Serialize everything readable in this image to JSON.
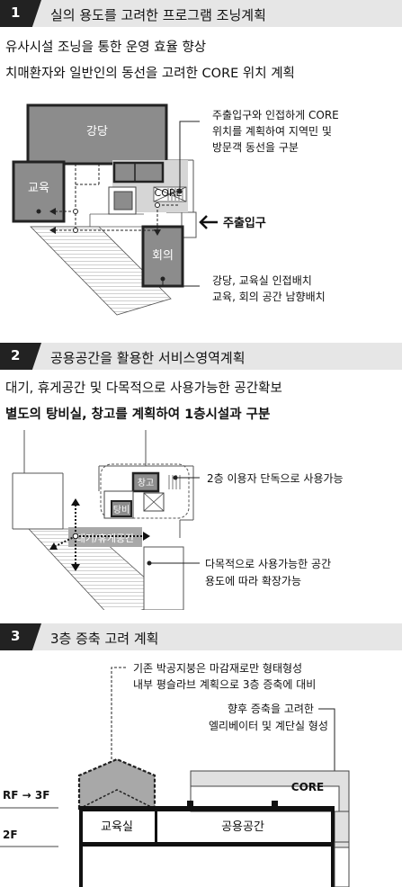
{
  "sections": [
    {
      "number": "1",
      "title": "실의 용도를 고려한 프로그램 조닝계획",
      "lines": [
        "유사시설 조닝을 통한 운영 효율 향상",
        "치매환자와 일반인의 동선을 고려한 CORE 위치 계획"
      ],
      "rooms": {
        "auditorium": "강당",
        "education": "교육",
        "core": "CORE",
        "meeting": "회의"
      },
      "entrance_label": "주출입구",
      "note_top": [
        "주출입구와 인접하게 CORE",
        "위치를 계획하여 지역민 및",
        "방문객 동선을 구분"
      ],
      "note_bottom": [
        "강당, 교육실 인접배치",
        "교육, 회의 공간 남향배치"
      ]
    },
    {
      "number": "2",
      "title": "공용공간을 활용한 서비스영역계획",
      "lines": [
        "대기, 휴게공간 및 다목적으로 사용가능한 공간확보",
        "별도의 탕비실, 창고를 계획하여 1층시설과 구분"
      ],
      "rooms": {
        "storage": "창고",
        "pantry": "탕비",
        "lounge": "대기/휴게공간"
      },
      "note_top": "2층 이용자 단독으로 사용가능",
      "note_bottom": [
        "다목적으로 사용가능한 공간",
        "용도에 따라 확장가능"
      ]
    },
    {
      "number": "3",
      "title": "3층 증축 고려 계획",
      "note_left": [
        "기존 박공지붕은 마감재로만 형태형성",
        "내부 평슬라브 계획으로 3층 증축에 대비"
      ],
      "note_right": [
        "향후 증축을 고려한",
        "엘리베이터 및 계단실 형성"
      ],
      "core": "CORE",
      "floors": {
        "rf": "RF → 3F",
        "f2": "2F"
      },
      "rooms": {
        "education": "교육실",
        "common": "공용공간"
      }
    }
  ]
}
